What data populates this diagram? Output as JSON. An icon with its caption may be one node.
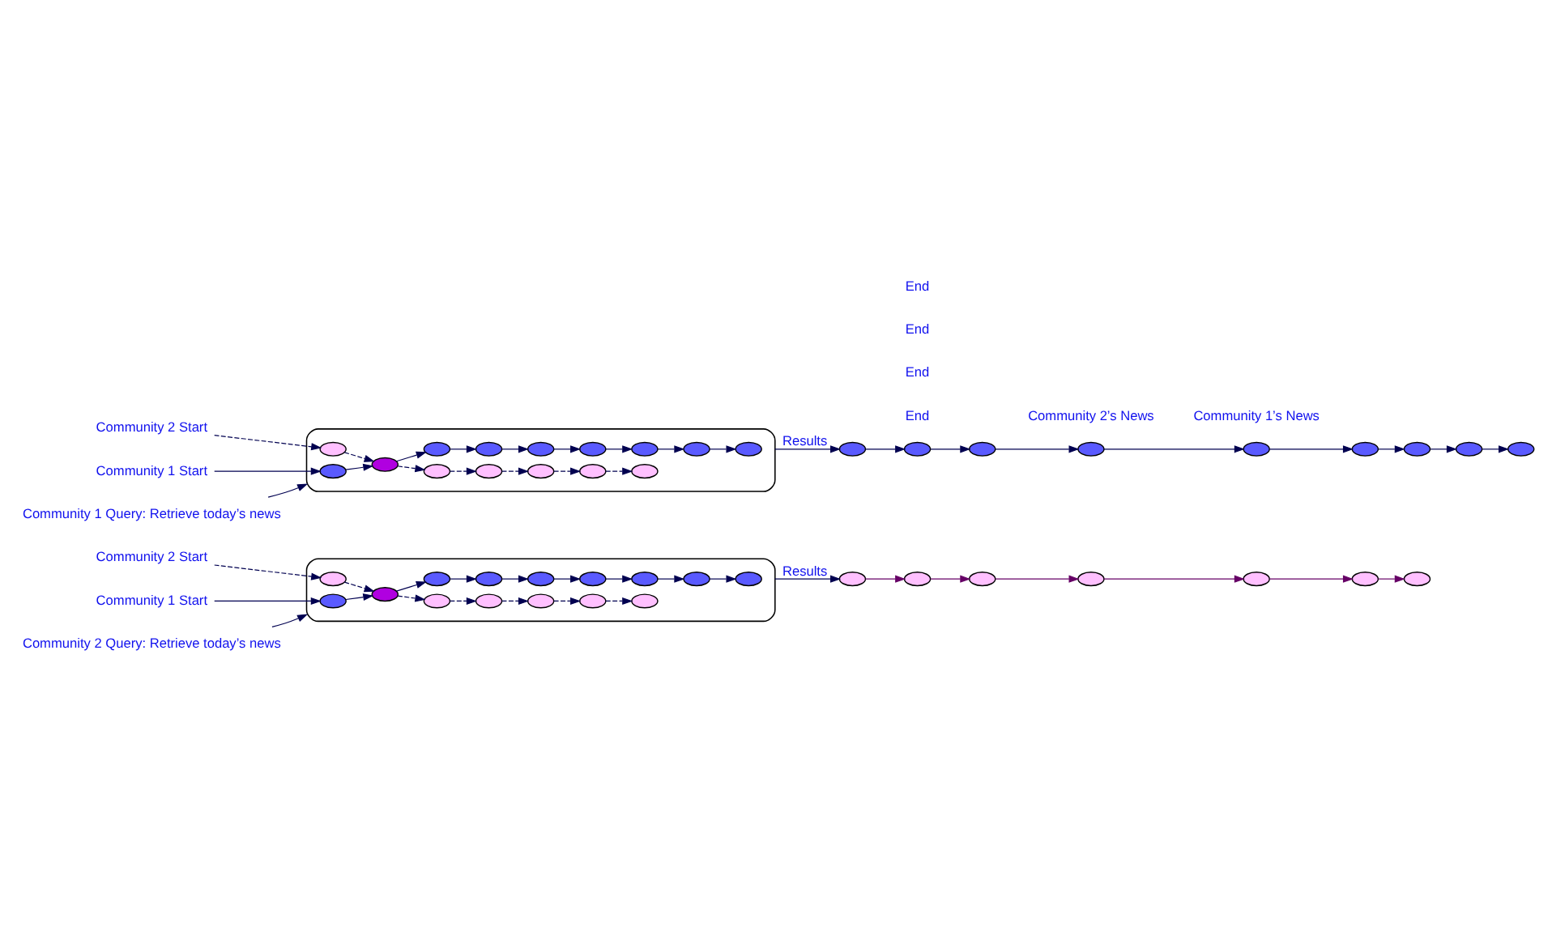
{
  "diagram": {
    "nodes": [
      {
        "text": [
          "Community 1 Query: Retrieve today’s news"
        ]
      },
      {
        "text": [],
        "shape": "cylinder"
      },
      {
        "text": [],
        "shape": "ellipse",
        "in": 1
      },
      {
        "text": [],
        "shape": "ellipse",
        "in": 1
      },
      {
        "text": [],
        "shape": "ellipse",
        "in": 1
      },
      {
        "text": [],
        "shape": "ellipse",
        "in": 1
      },
      {
        "text": [],
        "shape": "ellipse",
        "in": 1
      },
      {
        "text": [],
        "shape": "ellipse",
        "in": 1
      },
      {
        "text": [],
        "shape": "ellipse",
        "in": 1
      },
      {
        "text": [],
        "shape": "ellipse",
        "in": 1
      },
      {
        "text": [],
        "shape": "ellipse",
        "in": 1
      },
      {
        "text": [],
        "shape": "ellipse",
        "in": 1
      },
      {
        "text": [],
        "shape": "ellipse",
        "in": 1
      },
      {
        "text": [],
        "shape": "ellipse",
        "in": 1
      },
      {
        "text": [],
        "shape": "ellipse",
        "in": 1
      },
      {
        "text": [],
        "shape": "ellipse",
        "in": 1
      },
      {
        "text": [],
        "shape": "ellipse",
        "in": 1
      },
      {
        "text": [
          "Community 1 Start"
        ]
      },
      {
        "text": [
          "Community 2 Start"
        ]
      },
      {
        "text": [],
        "shape": "ellipse"
      },
      {
        "text": [],
        "shape": "ellipse"
      },
      {
        "text": [],
        "shape": "ellipse"
      },
      {
        "text": [],
        "shape": "ellipse"
      },
      {
        "text": [],
        "shape": "ellipse"
      },
      {
        "text": [],
        "shape": "ellipse"
      },
      {
        "text": [],
        "shape": "ellipse"
      },
      {
        "text": [],
        "shape": "ellipse"
      },
      {
        "text": [],
        "shape": "ellipse"
      },
      {
        "text": [
          "Community 2 Query: Retrieve today’s news"
        ]
      },
      {
        "text": [],
        "shape": "cylinder"
      },
      {
        "text": [],
        "shape": "ellipse",
        "in": 29
      },
      {
        "text": [],
        "shape": "ellipse",
        "in": 29
      },
      {
        "text": [],
        "shape": "ellipse",
        "in": 29
      },
      {
        "text": [],
        "shape": "ellipse",
        "in": 29
      },
      {
        "text": [],
        "shape": "ellipse",
        "in": 29
      },
      {
        "text": [],
        "shape": "ellipse",
        "in": 29
      },
      {
        "text": [],
        "shape": "ellipse",
        "in": 29
      },
      {
        "text": [],
        "shape": "ellipse",
        "in": 29
      },
      {
        "text": [],
        "shape": "ellipse",
        "in": 29
      },
      {
        "text": [],
        "shape": "ellipse",
        "in": 29
      },
      {
        "text": [],
        "shape": "ellipse",
        "in": 29
      },
      {
        "text": [],
        "shape": "ellipse",
        "in": 29
      },
      {
        "text": [],
        "shape": "ellipse",
        "in": 29
      },
      {
        "text": [],
        "shape": "ellipse",
        "in": 29
      },
      {
        "text": [],
        "shape": "ellipse",
        "in": 29
      },
      {
        "text": [
          "Community 1 Start"
        ]
      },
      {
        "text": [
          "Community 2 Start"
        ]
      },
      {
        "text": [],
        "shape": "ellipse"
      },
      {
        "text": [],
        "shape": "ellipse"
      },
      {
        "text": [],
        "shape": "ellipse"
      },
      {
        "text": [],
        "shape": "ellipse"
      },
      {
        "text": [],
        "shape": "ellipse"
      },
      {
        "text": [],
        "shape": "ellipse"
      },
      {
        "text": [],
        "shape": "ellipse"
      }
    ],
    "edges": [
      {
        "from": 0,
        "to": 1,
        "arrow": "to"
      },
      {
        "from": 17,
        "to": 2,
        "arrow": "to"
      },
      {
        "from": 18,
        "to": 5,
        "arrow": "to",
        "style": "dashed"
      },
      {
        "from": 2,
        "to": 3,
        "arrow": "to"
      },
      {
        "from": 5,
        "to": 3,
        "arrow": "to",
        "style": "dashed"
      },
      {
        "from": 3,
        "to": 4,
        "arrow": "to",
        "style": "dashed"
      },
      {
        "from": 4,
        "to": 7,
        "arrow": "to",
        "style": "dashed"
      },
      {
        "from": 3,
        "to": 6,
        "arrow": "to"
      },
      {
        "from": 6,
        "to": 9,
        "arrow": "to"
      },
      {
        "from": 7,
        "to": 12,
        "arrow": "to",
        "style": "dashed"
      },
      {
        "from": 9,
        "to": 10,
        "arrow": "to"
      },
      {
        "from": 10,
        "to": 13,
        "arrow": "to"
      },
      {
        "from": 13,
        "to": 8,
        "arrow": "to"
      },
      {
        "from": 8,
        "to": 11,
        "arrow": "to"
      },
      {
        "from": 11,
        "to": 16,
        "arrow": "to"
      },
      {
        "from": 12,
        "to": 14,
        "arrow": "to",
        "style": "dashed"
      },
      {
        "from": 14,
        "to": 15,
        "arrow": "to",
        "style": "dashed"
      },
      {
        "from": 1,
        "to": 19,
        "arrow": "to",
        "label": "Results"
      },
      {
        "from": 19,
        "to": 20,
        "arrow": "to"
      },
      {
        "from": 20,
        "to": 21,
        "arrow": "to"
      },
      {
        "from": 21,
        "to": 22,
        "arrow": "to"
      },
      {
        "from": 22,
        "to": 23,
        "arrow": "to"
      },
      {
        "from": 23,
        "to": 24,
        "arrow": "to"
      },
      {
        "from": 24,
        "to": 25,
        "arrow": "to"
      },
      {
        "from": 25,
        "to": 26,
        "arrow": "to"
      },
      {
        "from": 26,
        "to": 27,
        "arrow": "to"
      },
      {
        "from": 28,
        "to": 29,
        "arrow": "to"
      },
      {
        "from": 45,
        "to": 30,
        "arrow": "to"
      },
      {
        "from": 46,
        "to": 33,
        "arrow": "to",
        "style": "dashed"
      },
      {
        "from": 30,
        "to": 31,
        "arrow": "to"
      },
      {
        "from": 33,
        "to": 31,
        "arrow": "to",
        "style": "dashed"
      },
      {
        "from": 31,
        "to": 32,
        "arrow": "to",
        "style": "dashed"
      },
      {
        "from": 32,
        "to": 35,
        "arrow": "to",
        "style": "dashed"
      },
      {
        "from": 31,
        "to": 34,
        "arrow": "to"
      },
      {
        "from": 34,
        "to": 37,
        "arrow": "to"
      },
      {
        "from": 35,
        "to": 40,
        "arrow": "to",
        "style": "dashed"
      },
      {
        "from": 37,
        "to": 38,
        "arrow": "to"
      },
      {
        "from": 38,
        "to": 41,
        "arrow": "to"
      },
      {
        "from": 41,
        "to": 36,
        "arrow": "to"
      },
      {
        "from": 36,
        "to": 39,
        "arrow": "to"
      },
      {
        "from": 39,
        "to": 44,
        "arrow": "to"
      },
      {
        "from": 40,
        "to": 42,
        "arrow": "to",
        "style": "dashed"
      },
      {
        "from": 42,
        "to": 43,
        "arrow": "to",
        "style": "dashed"
      },
      {
        "from": 29,
        "to": 47,
        "arrow": "to",
        "label": "Results"
      },
      {
        "from": 47,
        "to": 48,
        "arrow": "to",
        "color": "#660066"
      },
      {
        "from": 48,
        "to": 49,
        "arrow": "to",
        "color": "#660066"
      },
      {
        "from": 49,
        "to": 50,
        "arrow": "to",
        "color": "#660066"
      },
      {
        "from": 50,
        "to": 51,
        "arrow": "to",
        "color": "#660066"
      },
      {
        "from": 51,
        "to": 52,
        "arrow": "to",
        "color": "#660066"
      },
      {
        "from": 52,
        "to": 53,
        "arrow": "to",
        "color": "#660066"
      }
    ],
    "labels": [
      "Community 1’s News",
      "End",
      "End",
      "Community 2’s News",
      "End",
      "End"
    ]
  }
}
